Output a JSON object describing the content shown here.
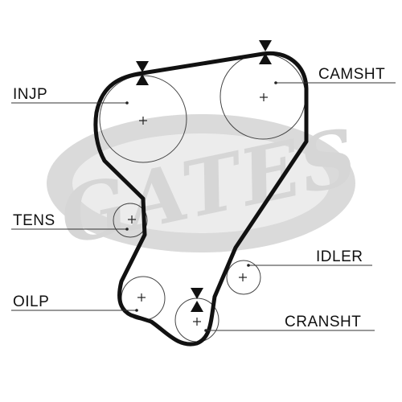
{
  "diagram": {
    "labels": {
      "injp": "INJP",
      "camsht": "CAMSHT",
      "tens": "TENS",
      "idler": "IDLER",
      "oilp": "OILP",
      "cransht": "CRANSHT"
    },
    "watermark_text": "GATES",
    "colors": {
      "belt": "#111111",
      "lines": "#333333",
      "watermark": "#d2d2d2",
      "background": "#ffffff"
    }
  }
}
